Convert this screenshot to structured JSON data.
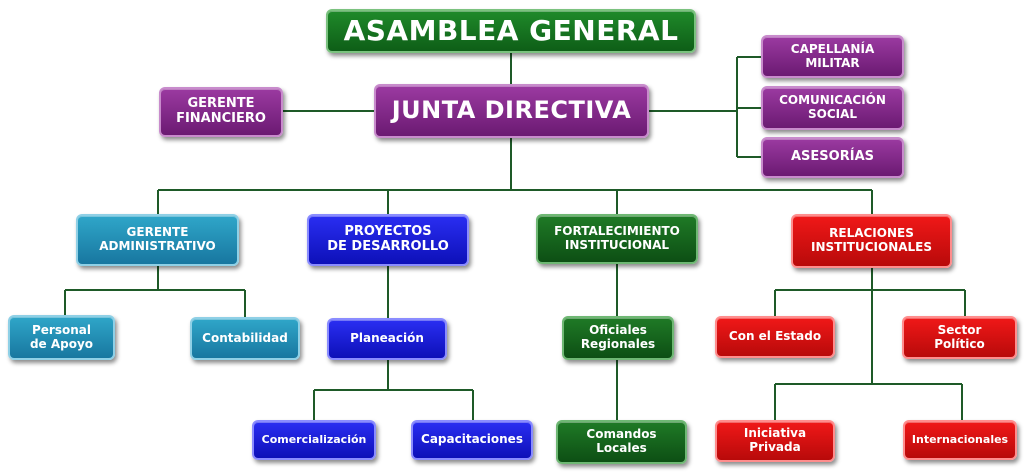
{
  "org": {
    "asamblea": "ASAMBLEA  GENERAL",
    "junta": "JUNTA DIRECTIVA",
    "gerente_financiero": "GERENTE\nFINANCIERO",
    "capellania": "CAPELLANÍA\nMILITAR",
    "comunicacion": "COMUNICACIÓN\nSOCIAL",
    "asesorias": "ASESORÍAS",
    "gerente_admin": "GERENTE\nADMINISTRATIVO",
    "proyectos": "PROYECTOS\nDE DESARROLLO",
    "fortalecimiento": "FORTALECIMIENTO\nINSTITUCIONAL",
    "relaciones": "RELACIONES\nINSTITUCIONALES",
    "personal_apoyo": "Personal\nde Apoyo",
    "contabilidad": "Contabilidad",
    "planeacion": "Planeación",
    "comercializacion": "Comercialización",
    "capacitaciones": "Capacitaciones",
    "oficiales_regionales": "Oficiales\nRegionales",
    "comandos_locales": "Comandos\nLocales",
    "con_el_estado": "Con el Estado",
    "sector_politico": "Sector\nPolítico",
    "iniciativa_privada": "Iniciativa\nPrivada",
    "internacionales": "Internacionales"
  },
  "colors": {
    "green": "#157a20",
    "purple": "#7e2486",
    "teal": "#2290b8",
    "blue": "#1a1de0",
    "red": "#dd1010",
    "connector": "#1e5a28"
  }
}
